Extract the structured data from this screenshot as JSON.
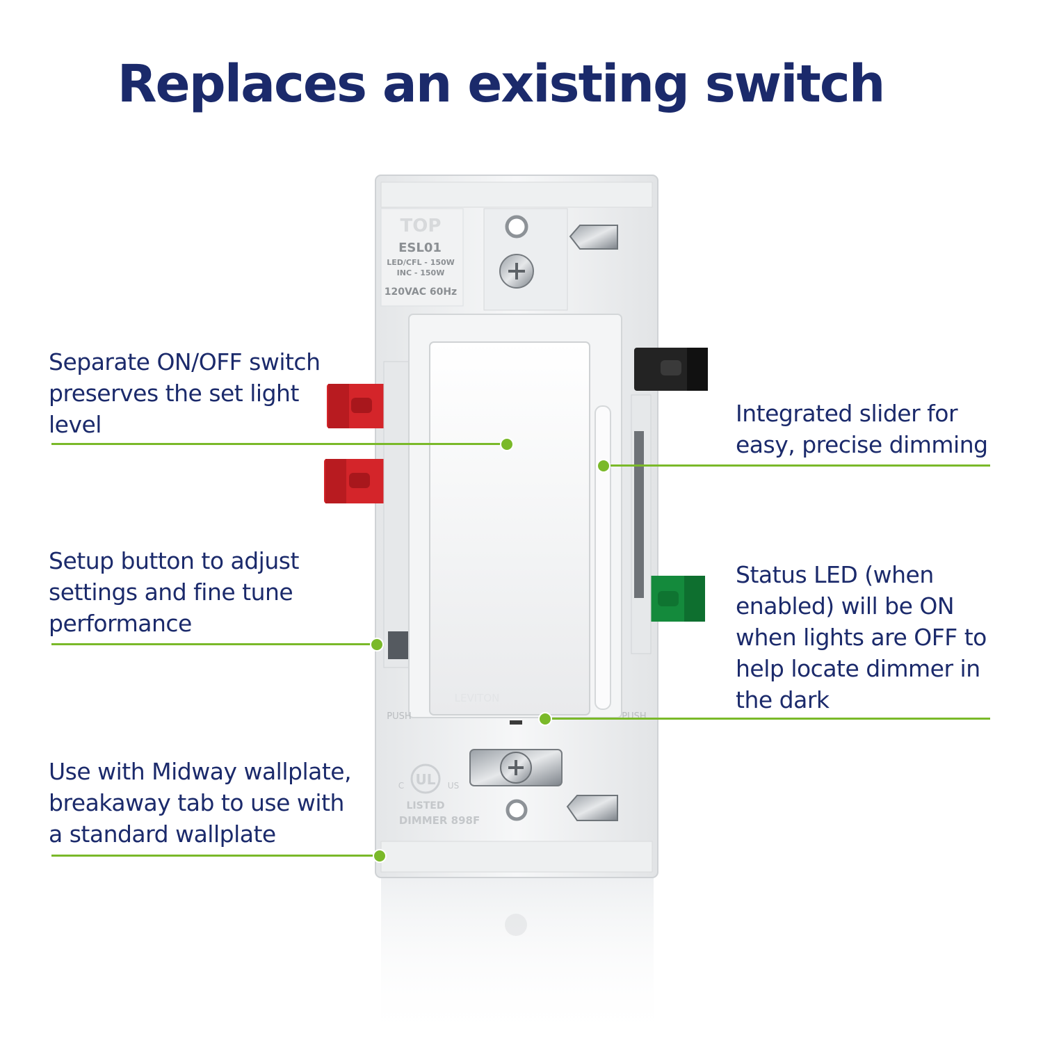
{
  "title": "Replaces an existing switch",
  "accent_color": "#7ab929",
  "text_color": "#1b2a6b",
  "callouts": {
    "onoff": {
      "lines": [
        "Separate ON/OFF switch",
        "preserves the set light",
        "level"
      ]
    },
    "setup": {
      "lines": [
        "Setup button to adjust",
        "settings and fine tune",
        "performance"
      ]
    },
    "wallplate": {
      "lines": [
        "Use with Midway wallplate,",
        "breakaway tab to use with",
        "a standard wallplate"
      ]
    },
    "slider": {
      "lines": [
        "Integrated slider for",
        "easy, precise dimming"
      ]
    },
    "led": {
      "lines": [
        "Status LED (when",
        "enabled) will be ON",
        "when lights are OFF to",
        "help locate dimmer in",
        "the dark"
      ]
    }
  },
  "device": {
    "top_label": "TOP",
    "model": "ESL01",
    "rating_1": "LED/CFL - 150W",
    "rating_2": "INC - 150W",
    "voltage": "120VAC 60Hz",
    "brand": "LEVITON",
    "push_left": "PUSH",
    "push_right": "PUSH",
    "ul_c": "C",
    "ul_mark": "UL",
    "ul_us": "US",
    "listed": "LISTED",
    "dimmer_code": "DIMMER 898F",
    "terminal_colors": {
      "line": "#d4252a",
      "neutral": "#1e1e1e",
      "ground": "#148a3c"
    }
  }
}
